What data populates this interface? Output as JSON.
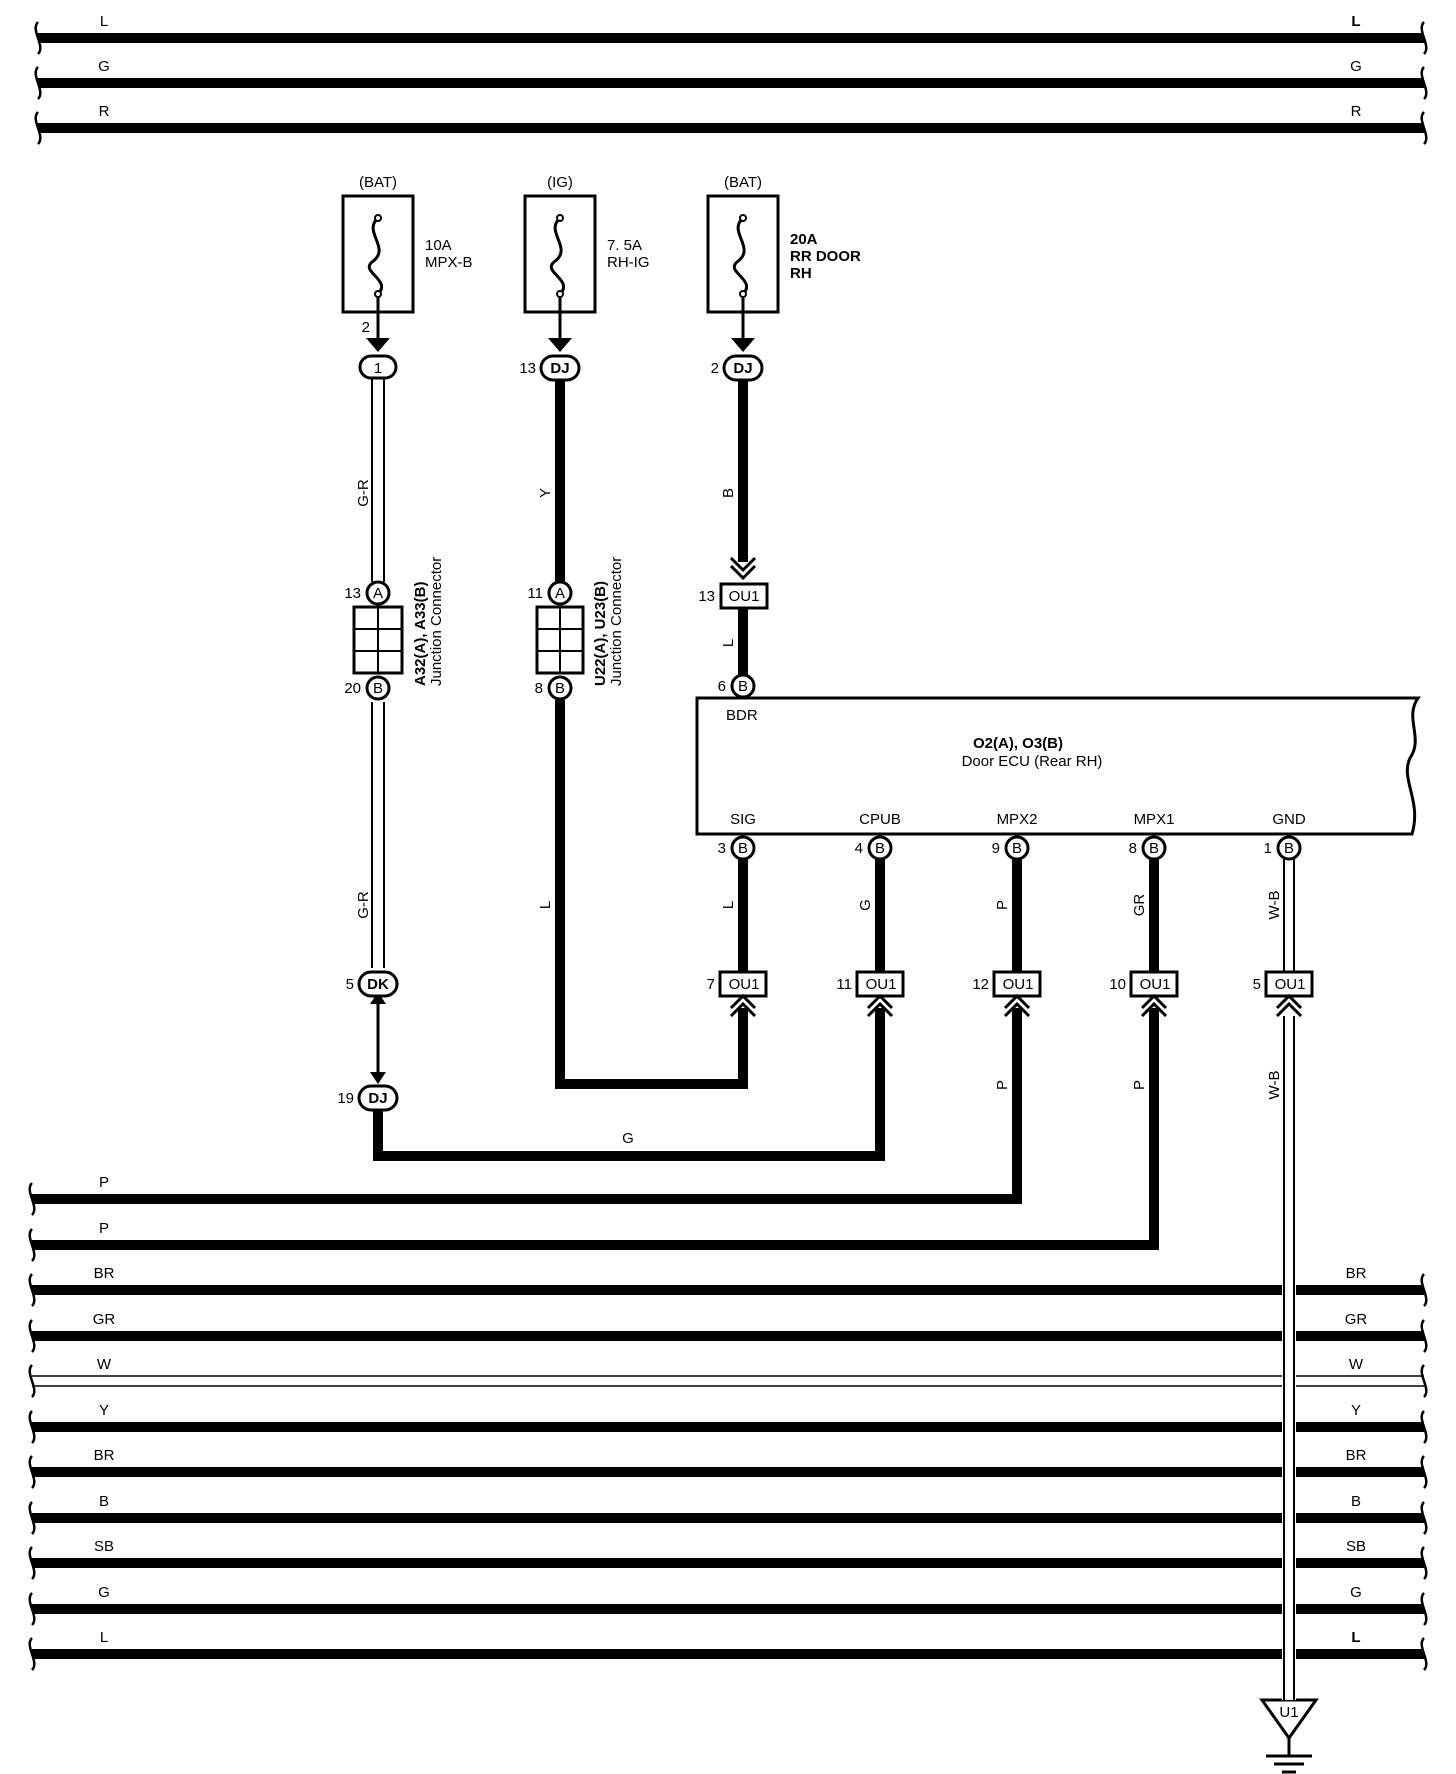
{
  "top_buses": [
    {
      "left": "L",
      "right": "L"
    },
    {
      "left": "G",
      "right": "G"
    },
    {
      "left": "R",
      "right": "R"
    }
  ],
  "fuses": [
    {
      "source": "(BAT)",
      "rating": "10A",
      "name": "MPX-B",
      "name2": "",
      "pin": "2"
    },
    {
      "source": "(IG)",
      "rating": "7. 5A",
      "name": "RH-IG",
      "name2": "",
      "pin": ""
    },
    {
      "source": "(BAT)",
      "rating": "20A",
      "name": "RR DOOR",
      "name2": "RH",
      "pin": ""
    }
  ],
  "connectors": {
    "c1": {
      "pin": "",
      "code": "1"
    },
    "dj13": {
      "pin": "13",
      "code": "DJ"
    },
    "dj2": {
      "pin": "2",
      "code": "DJ"
    },
    "ou1_13": {
      "pin": "13",
      "code": "OU1"
    },
    "b6": {
      "pin": "6",
      "code": "B"
    },
    "a13": {
      "pin": "13",
      "code": "A"
    },
    "b20": {
      "pin": "20",
      "code": "B"
    },
    "a11": {
      "pin": "11",
      "code": "A"
    },
    "b8": {
      "pin": "8",
      "code": "B"
    },
    "dk5": {
      "pin": "5",
      "code": "DK"
    },
    "dj19": {
      "pin": "19",
      "code": "DJ"
    }
  },
  "junctions": [
    {
      "id": "A32(A), A33(B)",
      "name": "Junction Connector"
    },
    {
      "id": "U22(A), U23(B)",
      "name": "Junction Connector"
    }
  ],
  "wire_labels": {
    "gr_upper": "G-R",
    "y_upper": "Y",
    "b_upper": "B",
    "l_short": "L",
    "gr_lower": "G-R",
    "l_long": "L",
    "g_bottom": "G"
  },
  "ecu": {
    "title": "O2(A), O3(B)",
    "subtitle": "Door ECU (Rear RH)",
    "top_terminal": "BDR",
    "terminals": [
      {
        "name": "SIG",
        "pin": "3",
        "code": "B",
        "wire": "L",
        "ou_pin": "7",
        "ou_code": "OU1",
        "below": ""
      },
      {
        "name": "CPUB",
        "pin": "4",
        "code": "B",
        "wire": "G",
        "ou_pin": "11",
        "ou_code": "OU1",
        "below": ""
      },
      {
        "name": "MPX2",
        "pin": "9",
        "code": "B",
        "wire": "P",
        "ou_pin": "12",
        "ou_code": "OU1",
        "below": "P"
      },
      {
        "name": "MPX1",
        "pin": "8",
        "code": "B",
        "wire": "GR",
        "ou_pin": "10",
        "ou_code": "OU1",
        "below": "P"
      },
      {
        "name": "GND",
        "pin": "1",
        "code": "B",
        "wire": "W-B",
        "ou_pin": "5",
        "ou_code": "OU1",
        "below": "W-B"
      }
    ]
  },
  "bottom_buses": [
    {
      "left": "P",
      "right": ""
    },
    {
      "left": "P",
      "right": ""
    },
    {
      "left": "BR",
      "right": "BR"
    },
    {
      "left": "GR",
      "right": "GR"
    },
    {
      "left": "W",
      "right": "W"
    },
    {
      "left": "Y",
      "right": "Y"
    },
    {
      "left": "BR",
      "right": "BR"
    },
    {
      "left": "B",
      "right": "B"
    },
    {
      "left": "SB",
      "right": "SB"
    },
    {
      "left": "G",
      "right": "G"
    },
    {
      "left": "L",
      "right": "L"
    }
  ],
  "ground": {
    "code": "U1"
  }
}
